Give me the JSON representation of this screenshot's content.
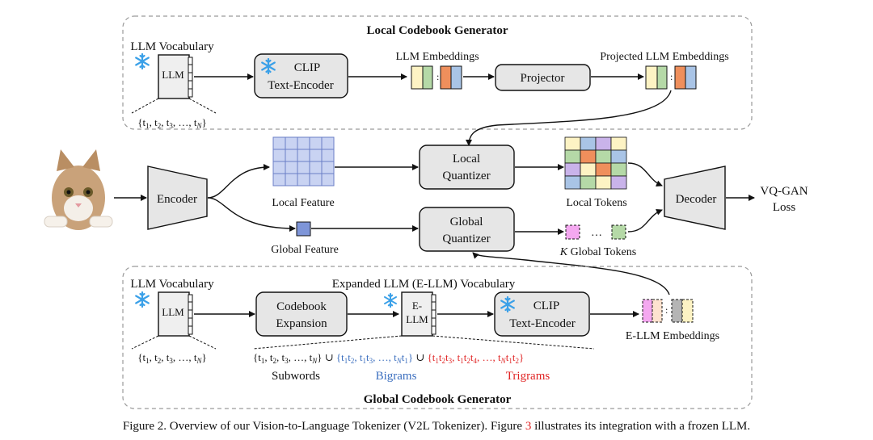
{
  "local_generator": {
    "title": "Local Codebook Generator",
    "vocab_label": "LLM Vocabulary",
    "book_label": "LLM",
    "token_set": [
      "{t",
      "1",
      ", t",
      "2",
      ", t",
      "3",
      ", …, t",
      "N",
      "}"
    ],
    "clip_line1": "CLIP",
    "clip_line2": "Text-Encoder",
    "embeddings_label": "LLM Embeddings",
    "projector_label": "Projector",
    "projected_label": "Projected LLM Embeddings"
  },
  "main": {
    "encoder_label": "Encoder",
    "local_feature_label": "Local Feature",
    "global_feature_label": "Global Feature",
    "local_quantizer_line1": "Local",
    "local_quantizer_line2": "Quantizer",
    "global_quantizer_line1": "Global",
    "global_quantizer_line2": "Quantizer",
    "local_tokens_label": "Local Tokens",
    "global_tokens_k": "K",
    "global_tokens_label": " Global Tokens",
    "dots": "…",
    "decoder_label": "Decoder",
    "loss_line1": "VQ-GAN",
    "loss_line2": "Loss"
  },
  "global_generator": {
    "title": "Global Codebook Generator",
    "vocab_label": "LLM Vocabulary",
    "book_label": "LLM",
    "token_set": [
      "{t",
      "1",
      ", t",
      "2",
      ", t",
      "3",
      ", …, t",
      "N",
      "}"
    ],
    "expansion_line1": "Codebook",
    "expansion_line2": "Expansion",
    "expanded_label": "Expanded LLM (E-LLM) Vocabulary",
    "ellm_line1": "E-",
    "ellm_line2": "LLM",
    "clip_line1": "CLIP",
    "clip_line2": "Text-Encoder",
    "embeddings_label": "E-LLM Embeddings",
    "subwords": [
      "{t",
      "1",
      ", t",
      "2",
      ", t",
      "3",
      ", …, t",
      "N",
      "}"
    ],
    "union": " ∪ ",
    "bigrams": [
      "{t",
      "1",
      "t",
      "2",
      ", t",
      "1",
      "t",
      "3",
      ", …, t",
      "N",
      "t",
      "1",
      "}"
    ],
    "trigrams": [
      "{t",
      "1",
      "t",
      "2",
      "t",
      "3",
      ", t",
      "1",
      "t",
      "2",
      "t",
      "4",
      ", …, t",
      "N",
      "t",
      "1",
      "t",
      "2",
      "}"
    ],
    "subwords_label": "Subwords",
    "bigrams_label": "Bigrams",
    "trigrams_label": "Trigrams"
  },
  "caption": {
    "before": "Figure 2. Overview of our Vision-to-Language Tokenizer (V2L Tokenizer). Figure ",
    "ref": "3",
    "after": " illustrates its integration with a frozen LLM."
  },
  "colors": {
    "frozen": "#3aa0e8",
    "box_fill": "#e6e6e6",
    "feature_grid": "#c9d3f2",
    "global_feature": "#7e95d8",
    "bigram_text": "#3c6fbf",
    "trigram_text": "#e02424",
    "token_yellow": "#fdf3c4",
    "token_green": "#b5d9a7",
    "token_orange": "#ef8f5c",
    "token_blue": "#a9c4e6",
    "token_purple": "#c9b3ea",
    "token_pink": "#f4a8f0",
    "token_grey": "#b5b5b5"
  },
  "icons": [
    "snowflake-icon",
    "book-icon",
    "cat-image"
  ]
}
